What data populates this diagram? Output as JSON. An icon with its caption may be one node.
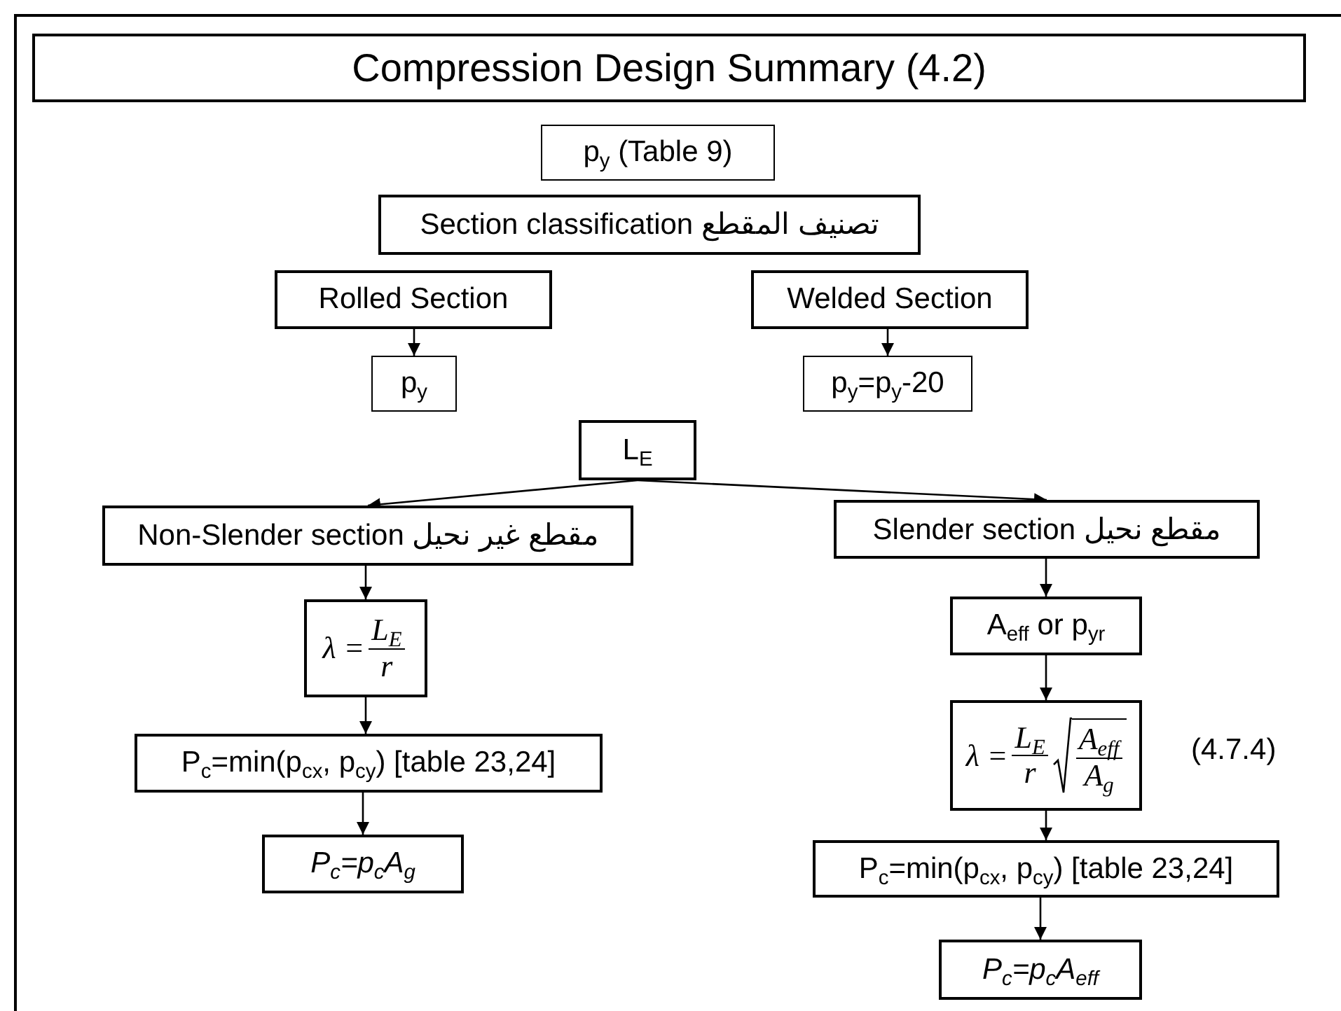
{
  "diagram": {
    "title": "Compression Design Summary (4.2)",
    "nodes": [
      {
        "text": [
          "p$_{y}$ (Table 9)"
        ]
      },
      {
        "text": [
          "Section classification تصنيف المقطع"
        ]
      },
      {
        "text": [
          "Rolled Section"
        ]
      },
      {
        "text": [
          "Welded Section"
        ]
      },
      {
        "text": [
          "p$_{y}$"
        ]
      },
      {
        "text": [
          "p$_{y}$=p$_{y}$-20"
        ]
      },
      {
        "text": [
          "L$_{E}$"
        ]
      },
      {
        "text": [
          "Non-Slender section مقطع غير نحيل"
        ]
      },
      {
        "text": [
          "Slender section مقطع نحيل"
        ]
      },
      {
        "text": [
          "λ =",
          "L$_{E}$",
          "r"
        ]
      },
      {
        "text": [
          "P$_{c}$=min(p$_{cx}$, p$_{cy}$) [table 23,24]"
        ]
      },
      {
        "text": [
          "P$_{c}$=p$_{c}$A$_{g}$"
        ]
      },
      {
        "text": [
          "A$_{eff}$ or p$_{yr}$"
        ]
      },
      {
        "text": [
          "λ =",
          "L$_{E}$",
          "r",
          "A$_{eff}$",
          "A$_{g}$"
        ],
        "beside": [
          "(4.7.4)"
        ]
      },
      {
        "text": [
          "P$_{c}$=min(p$_{cx}$, p$_{cy}$) [table 23,24]"
        ]
      },
      {
        "text": [
          "P$_{c}$=p$_{c}$A$_{eff}$"
        ]
      }
    ],
    "edges": [
      {
        "from": 2,
        "to": 4,
        "arrow": "to"
      },
      {
        "from": 3,
        "to": 5,
        "arrow": "to"
      },
      {
        "from": 6,
        "to": 7,
        "arrow": "to"
      },
      {
        "from": 6,
        "to": 8,
        "arrow": "to"
      },
      {
        "from": 7,
        "to": 9,
        "arrow": "to"
      },
      {
        "from": 9,
        "to": 10,
        "arrow": "to"
      },
      {
        "from": 10,
        "to": 11,
        "arrow": "to"
      },
      {
        "from": 8,
        "to": 12,
        "arrow": "to"
      },
      {
        "from": 12,
        "to": 13,
        "arrow": "to"
      },
      {
        "from": 13,
        "to": 14,
        "arrow": "to"
      },
      {
        "from": 14,
        "to": 15,
        "arrow": "to"
      }
    ]
  }
}
